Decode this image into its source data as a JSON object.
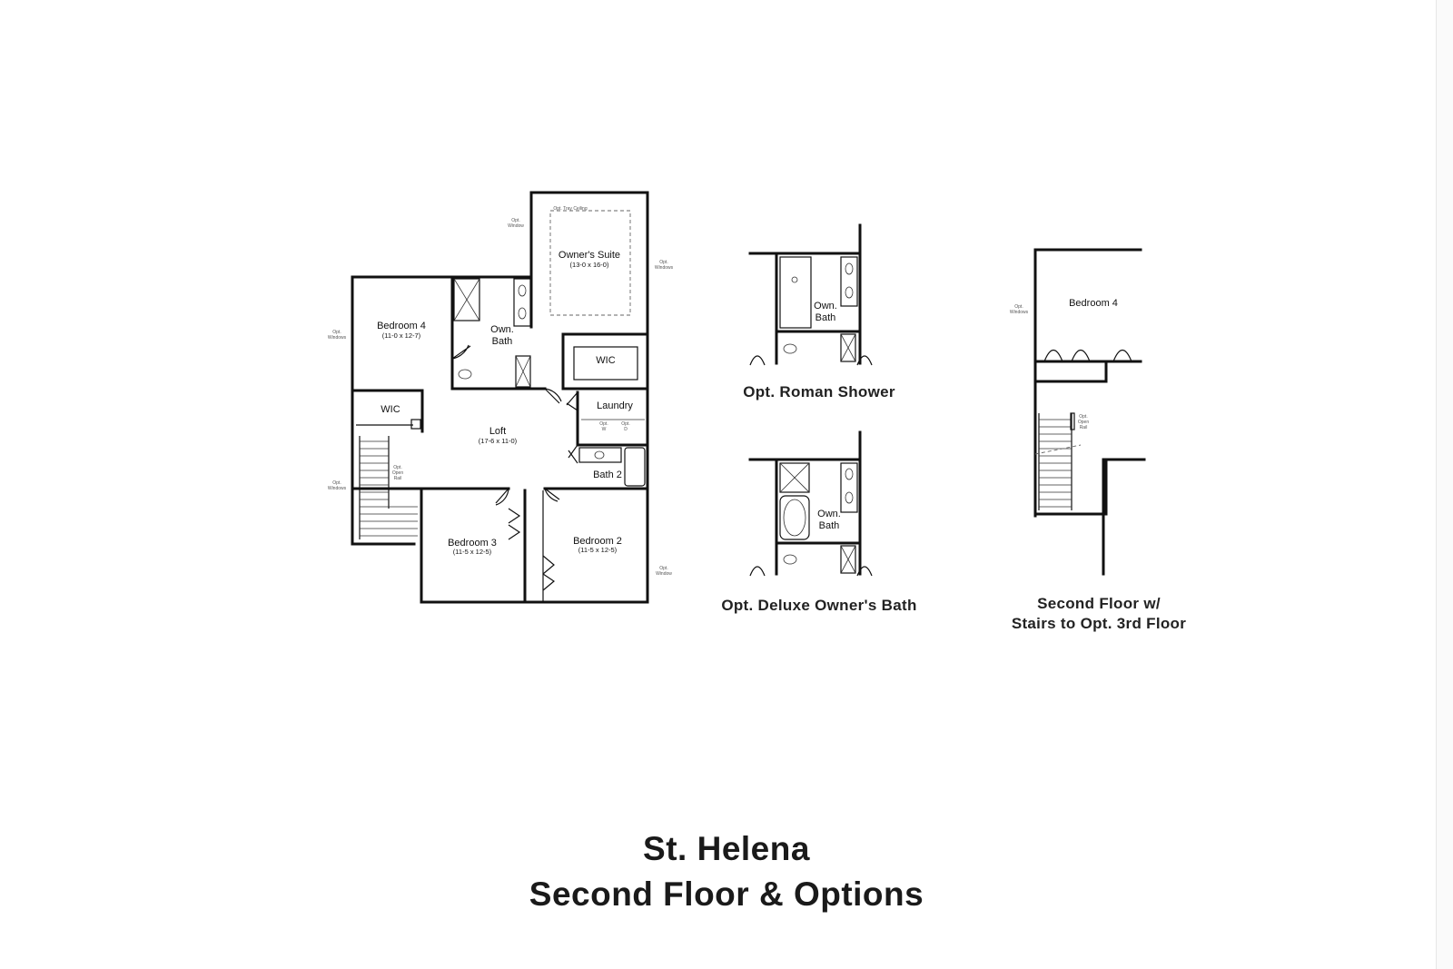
{
  "main_plan": {
    "rooms": {
      "owners_suite": {
        "name": "Owner's Suite",
        "dims": "(13-0 x 16-0)"
      },
      "bedroom4": {
        "name": "Bedroom 4",
        "dims": "(11-0 x 12-7)"
      },
      "loft": {
        "name": "Loft",
        "dims": "(17-6 x 11-0)"
      },
      "bedroom3": {
        "name": "Bedroom 3",
        "dims": "(11-5 x 12-5)"
      },
      "bedroom2": {
        "name": "Bedroom 2",
        "dims": "(11-5 x 12-5)"
      },
      "own_bath": [
        "Own.",
        "Bath"
      ],
      "wic_owner": "WIC",
      "wic_bed4": "WIC",
      "laundry": "Laundry",
      "bath2": "Bath 2"
    },
    "notes": {
      "tray_ceiling": "Opt. Tray Ceiling",
      "window_a": [
        "Opt.",
        "Window"
      ],
      "window_b": [
        "Opt.",
        "Windows"
      ],
      "window_c": [
        "Opt.",
        "Windows"
      ],
      "window_d": [
        "Opt.",
        "Windows"
      ],
      "window_e": [
        "Opt.",
        "Window"
      ],
      "rail": [
        "Opt.",
        "Open",
        "Rail"
      ],
      "opt_w": [
        "Opt.",
        "W"
      ],
      "opt_d": [
        "Opt.",
        "D"
      ]
    }
  },
  "options": {
    "roman_shower": {
      "caption": "Opt. Roman Shower",
      "bath_label": [
        "Own.",
        "Bath"
      ]
    },
    "deluxe_bath": {
      "caption": "Opt. Deluxe Owner's Bath",
      "bath_label": [
        "Own.",
        "Bath"
      ]
    },
    "stairs_3rd": {
      "caption": [
        "Second Floor w/",
        "Stairs to Opt. 3rd Floor"
      ],
      "bedroom_label": "Bedroom 4",
      "window_note": [
        "Opt.",
        "Windows"
      ],
      "rail_note": [
        "Opt.",
        "Open",
        "Rail"
      ]
    }
  },
  "title": {
    "line1": "St. Helena",
    "line2": "Second Floor & Options"
  }
}
